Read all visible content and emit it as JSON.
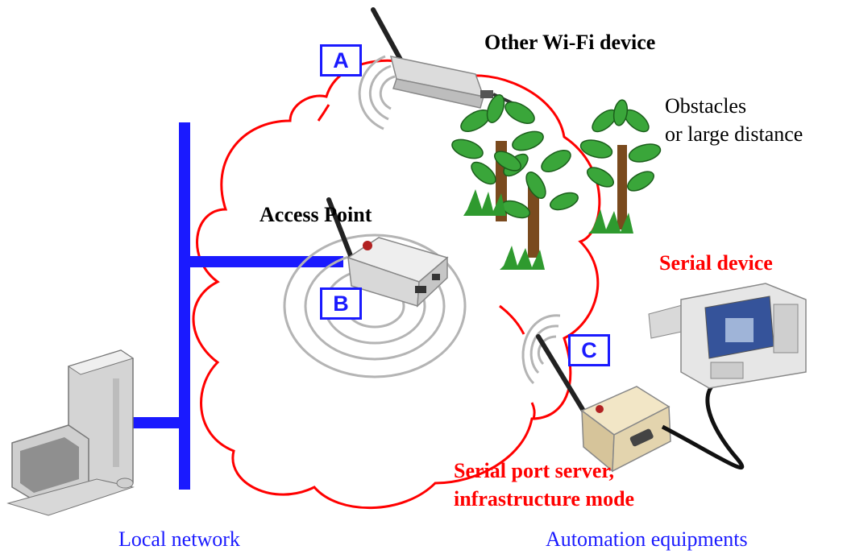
{
  "labels": {
    "other_wifi": "Other Wi-Fi device",
    "obstacles_line1": "Obstacles",
    "obstacles_line2": "or large distance",
    "access_point": "Access Point",
    "serial_device": "Serial device",
    "serial_server_line1": "Serial port server,",
    "serial_server_line2": "infrastructure mode",
    "local_network": "Local network",
    "automation": "Automation equipments"
  },
  "markers": {
    "a": "A",
    "b": "B",
    "c": "C"
  },
  "colors": {
    "network": "#1a1aff",
    "cloud": "#ff0000",
    "waves": "#b4b4b4",
    "caption": "#1a1aff",
    "highlight": "#ff0000"
  }
}
